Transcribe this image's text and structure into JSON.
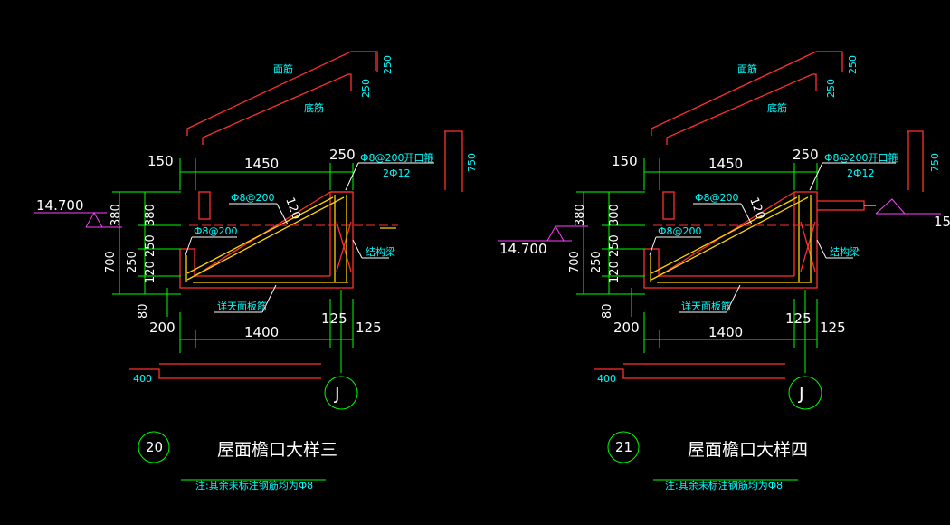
{
  "details": [
    {
      "id": "detail-3",
      "title": "屋面檐口大样三",
      "number": "20",
      "note": "注:其余未标注钢筋均为Ф8",
      "axis": "J",
      "elevation_left": "14.700",
      "elevation_right": "",
      "labels": {
        "top_bar": "面筋",
        "bottom_bar": "底筋",
        "rebar_top": "Ф8@200开口箍",
        "rebar_top2": "2Ф12",
        "rebar_diag": "Ф8@200",
        "rebar_left": "Ф8@200",
        "structure_beam": "结构梁",
        "slab_rebar": "详天面板筋"
      },
      "dims": {
        "d150": "150",
        "d1450": "1450",
        "d250": "250",
        "d120": "120",
        "d750": "750",
        "d250a": "250",
        "d250b": "250",
        "v380a": "380",
        "v380b": "380",
        "v250": "250",
        "v120": "120",
        "v700": "700",
        "v250b": "250",
        "v80": "80",
        "b200": "200",
        "b1400": "1400",
        "b125a": "125",
        "b125b": "125",
        "b400": "400"
      }
    },
    {
      "id": "detail-4",
      "title": "屋面檐口大样四",
      "number": "21",
      "note": "注:其余未标注钢筋均为Ф8",
      "axis": "J",
      "elevation_left": "14.700",
      "elevation_right": "15",
      "labels": {
        "top_bar": "面筋",
        "bottom_bar": "底筋",
        "rebar_top": "Ф8@200开口箍",
        "rebar_top2": "2Ф12",
        "rebar_diag": "Ф8@200",
        "rebar_left": "Ф8@200",
        "structure_beam": "结构梁",
        "slab_rebar": "详天面板筋"
      },
      "dims": {
        "d150": "150",
        "d1450": "1450",
        "d250": "250",
        "d120": "120",
        "d750": "750",
        "d250a": "250",
        "d250b": "250",
        "v380a": "380",
        "v380b": "300",
        "v250": "250",
        "v120": "120",
        "v700": "700",
        "v250b": "250",
        "v80": "80",
        "b200": "200",
        "b1400": "1400",
        "b125a": "125",
        "b125b": "125",
        "b400": "400"
      }
    }
  ],
  "colors": {
    "background": "#000000",
    "dimension": "#00ff00",
    "concrete_outline": "#ff3030",
    "rebar": "#ffd400",
    "elevation": "#ff40ff",
    "label": "#00ffff",
    "text": "#ffffff"
  }
}
